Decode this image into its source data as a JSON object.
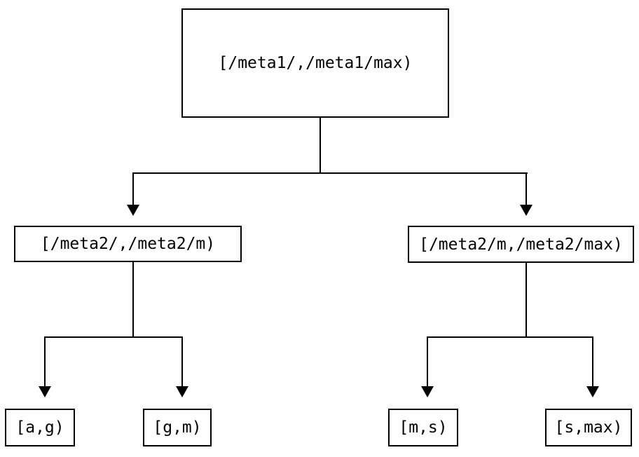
{
  "diagram": {
    "type": "tree",
    "background_color": "#ffffff",
    "line_color": "#000000",
    "text_color": "#000000",
    "nodes": {
      "root": "[/meta1/,/meta1/max)",
      "left": "[/meta2/,/meta2/m)",
      "right": "[/meta2/m,/meta2/max)",
      "leaf_ag": "[a,g)",
      "leaf_gm": "[g,m)",
      "leaf_ms": "[m,s)",
      "leaf_smax": "[s,max)"
    },
    "edges": [
      {
        "from": "root",
        "to": "left"
      },
      {
        "from": "root",
        "to": "right"
      },
      {
        "from": "left",
        "to": "leaf_ag"
      },
      {
        "from": "left",
        "to": "leaf_gm"
      },
      {
        "from": "right",
        "to": "leaf_ms"
      },
      {
        "from": "right",
        "to": "leaf_smax"
      }
    ]
  }
}
